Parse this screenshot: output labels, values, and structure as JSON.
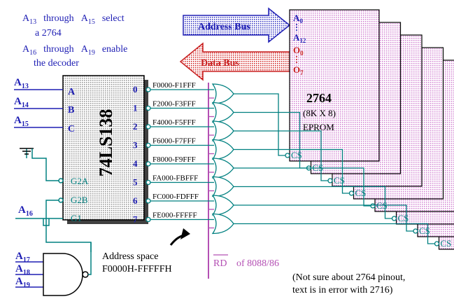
{
  "notes": {
    "line1_a": "A",
    "line1_a_sub": "13",
    "line1_mid": "through",
    "line1_b": "A",
    "line1_b_sub": "15",
    "line1_end": "select",
    "line2": "a 2764",
    "line3_a": "A",
    "line3_a_sub": "16",
    "line3_mid": "through",
    "line3_b": "A",
    "line3_b_sub": "19",
    "line3_end": "enable",
    "line4": "the decoder"
  },
  "buses": {
    "address": "Address Bus",
    "data": "Data Bus"
  },
  "eprom": {
    "part": "2764",
    "size": "(8K X 8)",
    "type": "EPROM",
    "pin_a": "A",
    "pin_a0_sub": "0",
    "pin_a12_sub": "12",
    "pin_o": "O",
    "pin_o0_sub": "0",
    "pin_o7_sub": "7",
    "cs_label": "CS"
  },
  "decoder": {
    "part": "74LS138",
    "in_a": "A",
    "in_b": "B",
    "in_c": "C",
    "in_g2a": "G2A",
    "in_g2b": "G2B",
    "in_g1": "G1",
    "outputs": [
      "0",
      "1",
      "2",
      "3",
      "4",
      "5",
      "6",
      "7"
    ],
    "ranges": [
      "F0000-F1FFF",
      "F2000-F3FFF",
      "F4000-F5FFF",
      "F6000-F7FFF",
      "F8000-F9FFF",
      "FA000-FBFFF",
      "FC000-FDFFF",
      "FE000-FFFFF"
    ]
  },
  "address_lines": {
    "a13": "13",
    "a14": "14",
    "a15": "15",
    "a16": "16",
    "a17": "17",
    "a18": "18",
    "a19": "19",
    "prefix": "A"
  },
  "address_space": {
    "line1": "Address space",
    "line2": "F0000H-FFFFFH"
  },
  "rd_label": {
    "signal": "RD",
    "suffix": "of 8088/86"
  },
  "footnote": {
    "line1": "(Not sure about 2764 pinout,",
    "line2": "text is in error with 2716)"
  },
  "colors": {
    "blue": "#1e1eb4",
    "red": "#c81e1e",
    "magenta": "#b450b4",
    "eprom_fill": "#f0c8f0",
    "decoder_fill": "#c8c8c8",
    "green": "#008080"
  }
}
